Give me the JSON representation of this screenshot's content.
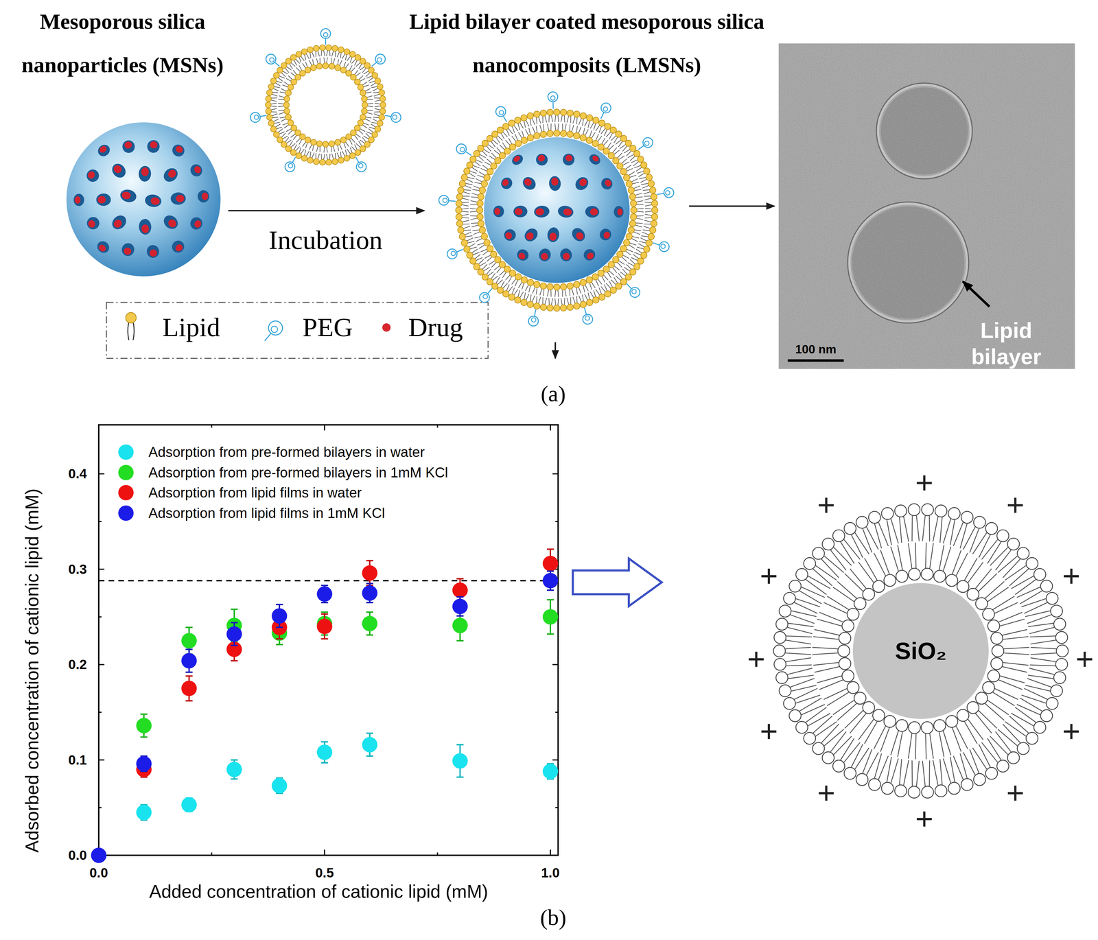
{
  "diagram": {
    "nodes": [
      {
        "text": [
          "Mesoporous silica nanoparticles (MSNs)"
        ]
      },
      {
        "text": [
          "Lipid bilayer coated mesoporous silica nanocomposits (LMSNs)"
        ]
      },
      {
        "text": [
          "Lipid bilayer",
          "100 nm"
        ]
      },
      {
        "text": [
          "SiO₂"
        ]
      }
    ],
    "edges": [
      {
        "from": 0,
        "to": 1,
        "arrow": "to",
        "label": "Incubation"
      },
      {
        "from": 1,
        "to": 2,
        "arrow": "to"
      }
    ],
    "labels": [
      "(a)",
      "Adsorbed concentration of cationic lipid (mM)",
      "0.0",
      "0.1",
      "0.2",
      "0.3",
      "0.4",
      "0.0",
      "0.5",
      "1.0",
      "Added concentration of cationic lipid (mM)",
      "(b)",
      "+",
      "+",
      "+",
      "+",
      "+",
      "+",
      "+",
      "+",
      "+",
      "+",
      "+",
      "+"
    ],
    "legend": [
      {
        "text": "Lipid"
      },
      {
        "text": "PEG"
      },
      {
        "text": "Drug",
        "color": "#d7262e"
      },
      {
        "text": "Adsorption from pre-formed bilayers in water",
        "color": "#19e3ee"
      },
      {
        "text": "Adsorption from pre-formed bilayers in 1mM KCl",
        "color": "#22dd22"
      },
      {
        "text": "Adsorption from lipid films in water",
        "color": "#ee1111"
      },
      {
        "text": "Adsorption from lipid films in 1mM KCl",
        "color": "#1c1ce8"
      }
    ]
  }
}
